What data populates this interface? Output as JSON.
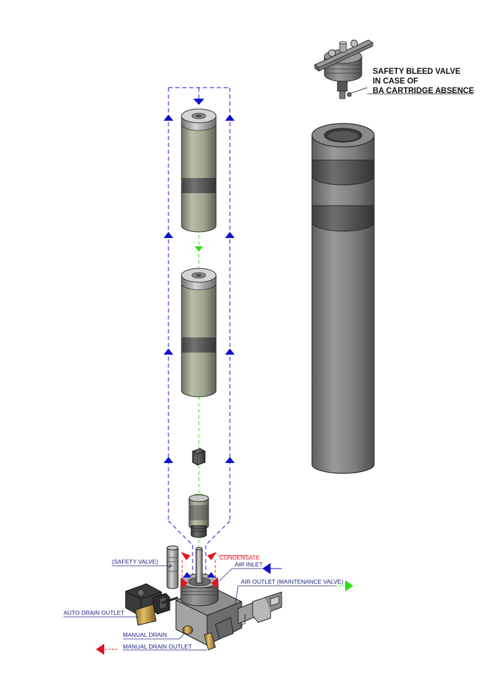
{
  "safety_bleed_label": {
    "line1": "SAFETY BLEED VALVE",
    "line2": "IN CASE OF",
    "line3": "BA CARTRIDGE ABSENCE"
  },
  "labels": {
    "condensate": "CONDENSATE",
    "safety_valve": "(SAFETY VALVE)",
    "air_inlet": "AIR INLET",
    "air_outlet": "AIR OUTLET (MAINTENANCE VALVE)",
    "auto_drain_outlet": "AUTO DRAIN OUTLET",
    "manual_drain": "MANUAL DRAIN",
    "manual_drain_outlet": "MANUAL DRAIN OUTLET"
  },
  "colors": {
    "flow_blue": "#1010d0",
    "flow_green": "#33dd11",
    "flow_red": "#e0141e",
    "label_blue": "#1a237e",
    "housing_grey": "#7a7a7a",
    "cartridge_olive": "#9aa08a",
    "brass": "#b8903a"
  }
}
